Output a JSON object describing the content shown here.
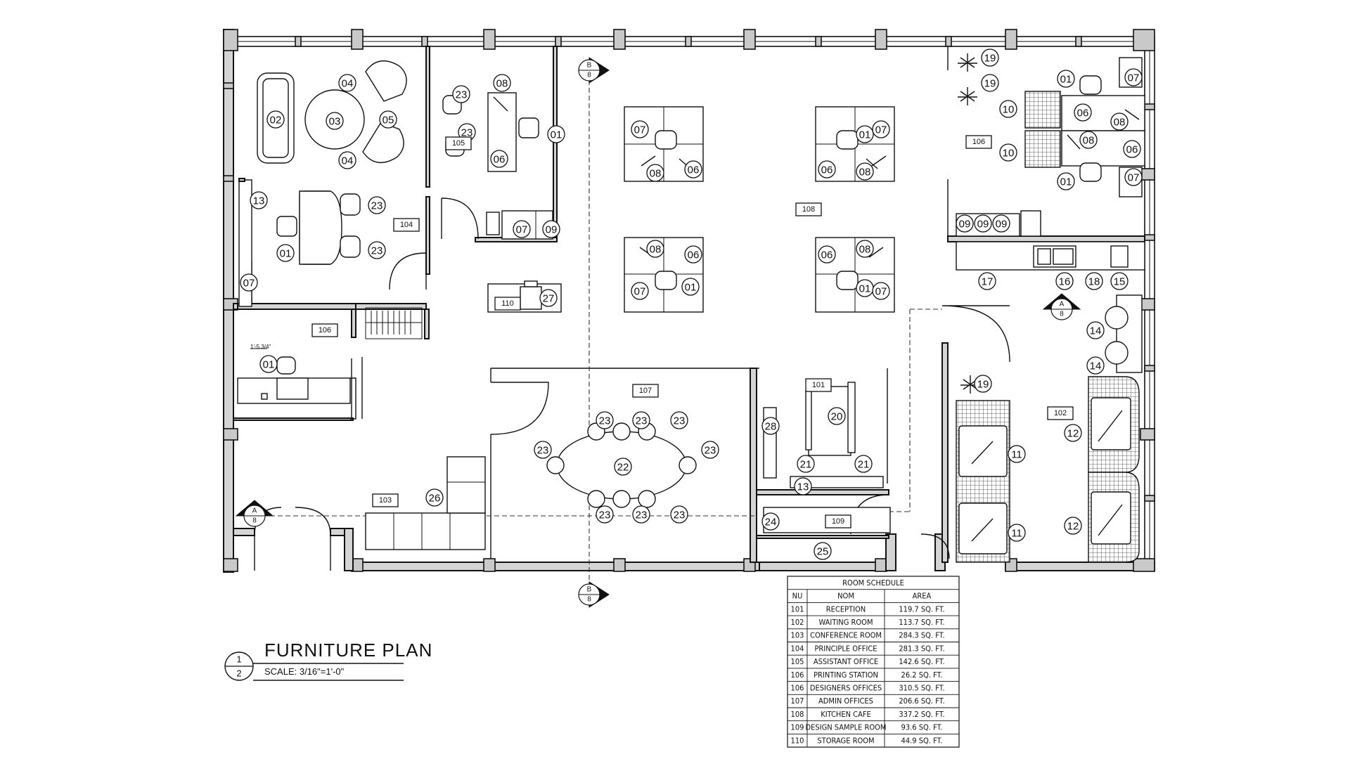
{
  "drawing": {
    "title": "FURNITURE PLAN",
    "scale": "SCALE: 3/16\"=1'-0\"",
    "detail_number": "1",
    "sheet_number": "2",
    "dimension_note": "1'-5 3/4\""
  },
  "section_markers": [
    {
      "id": "b-top",
      "letter": "B",
      "sheet": "8"
    },
    {
      "id": "b-bottom",
      "letter": "B",
      "sheet": "8"
    },
    {
      "id": "a-left",
      "letter": "A",
      "sheet": "8"
    },
    {
      "id": "a-right",
      "letter": "A",
      "sheet": "8"
    }
  ],
  "room_labels": [
    "104",
    "105",
    "106",
    "106",
    "107",
    "101",
    "103",
    "109",
    "102",
    "110",
    "108"
  ],
  "furniture_tags": [
    "01",
    "02",
    "03",
    "04",
    "05",
    "06",
    "07",
    "08",
    "09",
    "10",
    "11",
    "12",
    "13",
    "14",
    "15",
    "16",
    "17",
    "18",
    "19",
    "20",
    "21",
    "22",
    "23",
    "24",
    "25",
    "26",
    "27",
    "28"
  ],
  "room_schedule": {
    "title": "ROOM SCHEDULE",
    "headers": [
      "NU",
      "NOM",
      "AREA"
    ],
    "rows": [
      [
        "101",
        "RECEPTION",
        "119.7 SQ. FT."
      ],
      [
        "102",
        "WAITING ROOM",
        "113.7 SQ. FT."
      ],
      [
        "103",
        "CONFERENCE ROOM",
        "284.3 SQ. FT."
      ],
      [
        "104",
        "PRINCIPLE OFFICE",
        "281.3 SQ. FT."
      ],
      [
        "105",
        "ASSISTANT OFFICE",
        "142.6 SQ. FT."
      ],
      [
        "106",
        "PRINTING STATION",
        "26.2 SQ. FT."
      ],
      [
        "106",
        "DESIGNERS OFFICES",
        "310.5 SQ. FT."
      ],
      [
        "107",
        "ADMIN OFFICES",
        "206.6 SQ. FT."
      ],
      [
        "108",
        "KITCHEN CAFE",
        "337.2 SQ. FT."
      ],
      [
        "109",
        "DESIGN SAMPLE ROOM",
        "93.6 SQ. FT."
      ],
      [
        "110",
        "STORAGE ROOM",
        "44.9 SQ. FT."
      ]
    ]
  }
}
